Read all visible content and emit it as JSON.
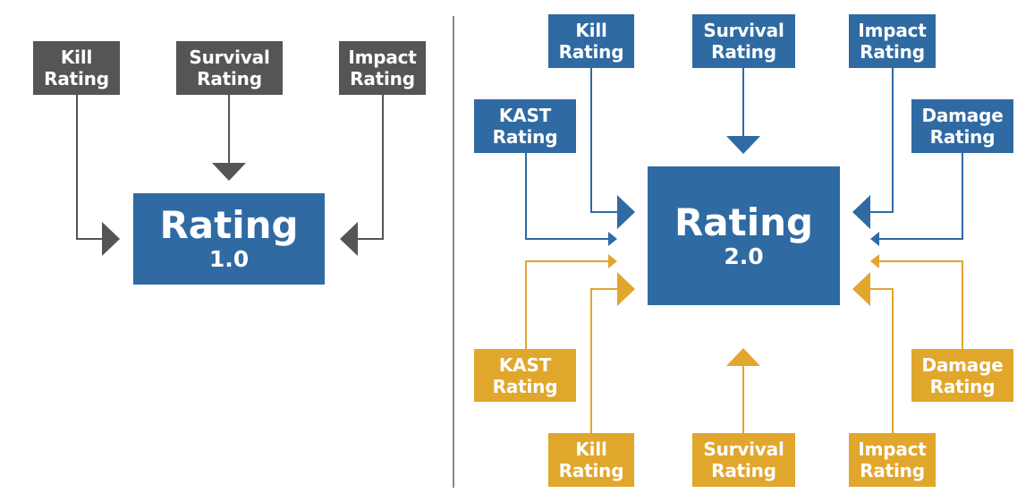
{
  "colors": {
    "gray": "#555555",
    "blue": "#2f6aa3",
    "gold": "#e1a62c",
    "divider": "#888888"
  },
  "v1": {
    "center": {
      "title": "Rating",
      "version": "1.0"
    },
    "inputs": {
      "kill": {
        "line1": "Kill",
        "line2": "Rating"
      },
      "survival": {
        "line1": "Survival",
        "line2": "Rating"
      },
      "impact": {
        "line1": "Impact",
        "line2": "Rating"
      }
    }
  },
  "v2": {
    "center": {
      "title": "Rating",
      "version": "2.0"
    },
    "positive": {
      "kill": {
        "line1": "Kill",
        "line2": "Rating"
      },
      "survival": {
        "line1": "Survival",
        "line2": "Rating"
      },
      "impact": {
        "line1": "Impact",
        "line2": "Rating"
      },
      "kast": {
        "line1": "KAST",
        "line2": "Rating"
      },
      "damage": {
        "line1": "Damage",
        "line2": "Rating"
      }
    },
    "negative": {
      "kast": {
        "line1": "KAST",
        "line2": "Rating"
      },
      "damage": {
        "line1": "Damage",
        "line2": "Rating"
      },
      "kill": {
        "line1": "Kill",
        "line2": "Rating"
      },
      "survival": {
        "line1": "Survival",
        "line2": "Rating"
      },
      "impact": {
        "line1": "Impact",
        "line2": "Rating"
      }
    }
  }
}
